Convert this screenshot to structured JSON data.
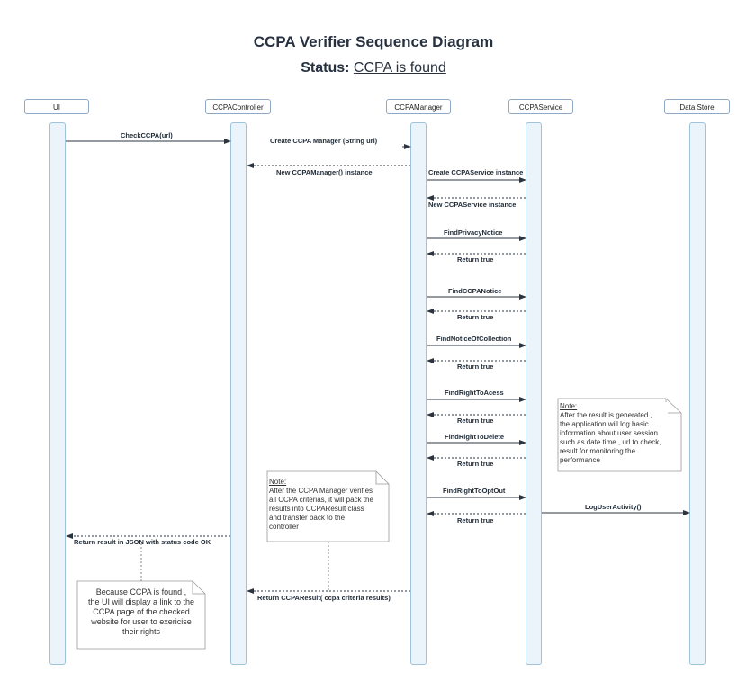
{
  "title": "CCPA Verifier Sequence Diagram",
  "status": {
    "label": "Status:",
    "value": "CCPA is found"
  },
  "participants": [
    "UI",
    "CCPAController",
    "CCPAManager",
    "CCPAService",
    "Data Store"
  ],
  "messages": [
    "CheckCCPA(url)",
    "Create CCPA Manager (String url)",
    "New CCPAManager() instance",
    "Create CCPAService instance",
    "New CCPAService instance",
    "FindPrivacyNotice",
    "Return true",
    "FindCCPANotice",
    "Return true",
    "FindNoticeOfCollection",
    "Return true",
    "FindRightToAcess",
    "Return true",
    "FindRightToDelete",
    "Return true",
    "FindRightToOptOut",
    "Return true",
    "LogUserActivity()",
    "Return result in JSON with status code OK",
    "Return CCPAResult( ccpa criteria results)"
  ],
  "notes": {
    "manager": {
      "heading": "Note:",
      "body": "After the CCPA Manager verifies\nall CCPA criterias, it will pack the\nresults into CCPAResult class\nand transfer back to the\ncontroller"
    },
    "service": {
      "heading": "Note:",
      "body": "After the result is generated ,\nthe application will log basic\ninformation about user session\nsuch as date time , url to check,\nresult for monitoring the\nperformance"
    },
    "ui": {
      "body": "Because CCPA is found ,\nthe UI will display a link to the\nCCPA page of the checked\nwebsite for user to exericise\ntheir rights"
    }
  }
}
